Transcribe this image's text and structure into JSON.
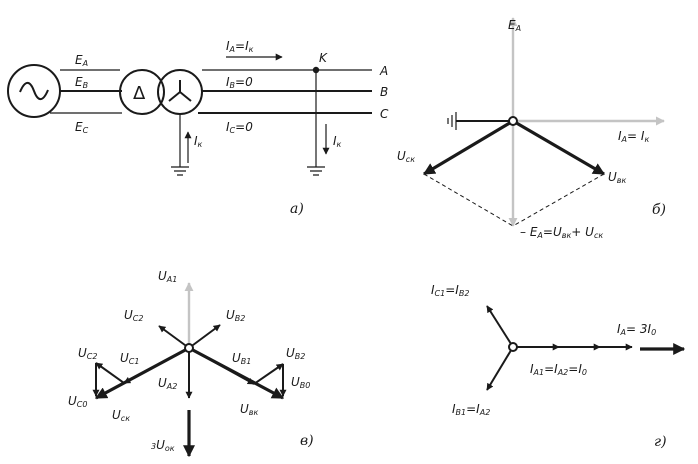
{
  "panel_a": {
    "E_A": "E",
    "E_A_sub": "A",
    "E_B": "E",
    "E_B_sub": "B",
    "E_C": "E",
    "E_C_sub": "C",
    "delta_symbol": "Δ",
    "fault_current_eq": "I",
    "fault_current_eq_sub": "A",
    "fault_current_eq_mid": "=I",
    "fault_current_eq_sub2": "к",
    "IB_zero": "I",
    "IB_zero_sub": "B",
    "IB_zero_val": "=0",
    "IC_zero": "I",
    "IC_zero_sub": "C",
    "IC_zero_val": "=0",
    "Ik_transformer": "I",
    "Ik_transformer_sub": "к",
    "Ik_fault": "I",
    "Ik_fault_sub": "к",
    "point_K": "K",
    "phase_A": "A",
    "phase_B": "B",
    "phase_C": "C",
    "caption": "а)"
  },
  "panel_b": {
    "E_A": "E",
    "E_A_sub": "A",
    "IA_eq": "I",
    "IA_eq_sub": "A",
    "IA_eq_mid": "= I",
    "IA_eq_sub2": "к",
    "U_ck": "U",
    "U_ck_sub": "ск",
    "U_bk": "U",
    "U_bk_sub": "вк",
    "bottom_eq_pre": "– E",
    "bottom_eq_sub1": "A",
    "bottom_eq_mid": "=U",
    "bottom_eq_sub2": "вк",
    "bottom_eq_plus": "+ U",
    "bottom_eq_sub3": "ск",
    "caption": "б)"
  },
  "panel_v": {
    "U_A1": "U",
    "U_A1_sub": "A1",
    "U_C2_top": "U",
    "U_C2_top_sub": "C2",
    "U_B2_top": "U",
    "U_B2_top_sub": "B2",
    "U_C2_left": "U",
    "U_C2_left_sub": "C2",
    "U_C1": "U",
    "U_C1_sub": "C1",
    "U_B1": "U",
    "U_B1_sub": "B1",
    "U_B2_right": "U",
    "U_B2_right_sub": "B2",
    "U_C0": "U",
    "U_C0_sub": "C0",
    "U_A2": "U",
    "U_A2_sub": "A2",
    "U_B0": "U",
    "U_B0_sub": "B0",
    "U_Ck": "U",
    "U_Ck_sub": "ск",
    "U_Bk": "U",
    "U_Bk_sub": "вк",
    "U_0k_coef": "3",
    "U_0k": "U",
    "U_0k_sub": "ок",
    "caption": "в)"
  },
  "panel_g": {
    "IC1_IB2_a": "I",
    "IC1_IB2_a_sub": "C1",
    "IC1_IB2_mid": "=I",
    "IC1_IB2_b_sub": "B2",
    "IB1_IA2_a": "I",
    "IB1_IA2_a_sub": "B1",
    "IB1_IA2_mid": "=I",
    "IB1_IA2_b_sub": "A2",
    "IA1_eq_a": "I",
    "IA1_eq_a_sub": "A1",
    "IA1_eq_mid1": "=I",
    "IA1_eq_b_sub": "A2",
    "IA1_eq_mid2": "=I",
    "IA1_eq_c_sub": "0",
    "IA_3I0_a": "I",
    "IA_3I0_a_sub": "A",
    "IA_3I0_mid": "= 3",
    "IA_3I0_b": "I",
    "IA_3I0_b_sub": "0",
    "caption": "г)"
  }
}
